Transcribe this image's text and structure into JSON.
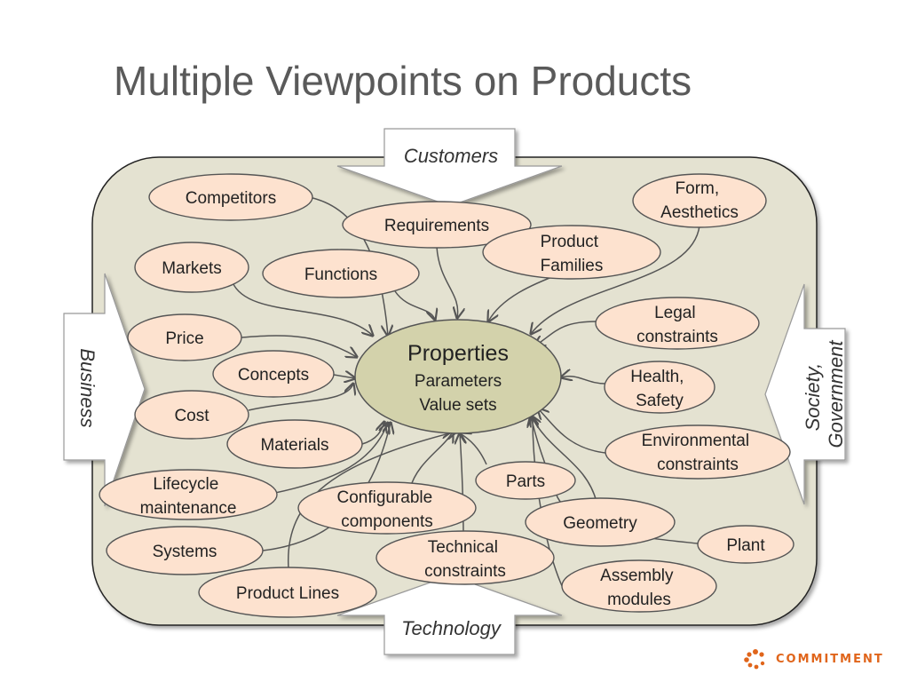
{
  "title": "Multiple Viewpoints on Products",
  "perspectives": {
    "top": "Customers",
    "bottom": "Technology",
    "left": "Business",
    "right": [
      "Society,",
      "Government"
    ]
  },
  "center": {
    "title": "Properties",
    "lines": [
      "Parameters",
      "Value sets"
    ]
  },
  "nodes": {
    "competitors": [
      "Competitors"
    ],
    "requirements": [
      "Requirements"
    ],
    "form": [
      "Form,",
      "Aesthetics"
    ],
    "product_families": [
      "Product",
      "Families"
    ],
    "markets": [
      "Markets"
    ],
    "functions": [
      "Functions"
    ],
    "legal": [
      "Legal",
      "constraints"
    ],
    "price": [
      "Price"
    ],
    "concepts": [
      "Concepts"
    ],
    "health": [
      "Health,",
      "Safety"
    ],
    "cost": [
      "Cost"
    ],
    "materials": [
      "Materials"
    ],
    "environmental": [
      "Environmental",
      "constraints"
    ],
    "parts": [
      "Parts"
    ],
    "lifecycle": [
      "Lifecycle",
      "maintenance"
    ],
    "configurable": [
      "Configurable",
      "components"
    ],
    "geometry": [
      "Geometry"
    ],
    "plant": [
      "Plant"
    ],
    "systems": [
      "Systems"
    ],
    "technical": [
      "Technical",
      "constraints"
    ],
    "assembly": [
      "Assembly",
      "modules"
    ],
    "product_lines": [
      "Product Lines"
    ]
  },
  "logo": {
    "text": "COMMITMENT",
    "icon": "commitment-logo-icon",
    "color": "#e0651b"
  },
  "colors": {
    "panel": "#e4e2d1",
    "node_fill": "#fde2cf",
    "center_fill": "#d3d2ab",
    "line": "#555555"
  }
}
